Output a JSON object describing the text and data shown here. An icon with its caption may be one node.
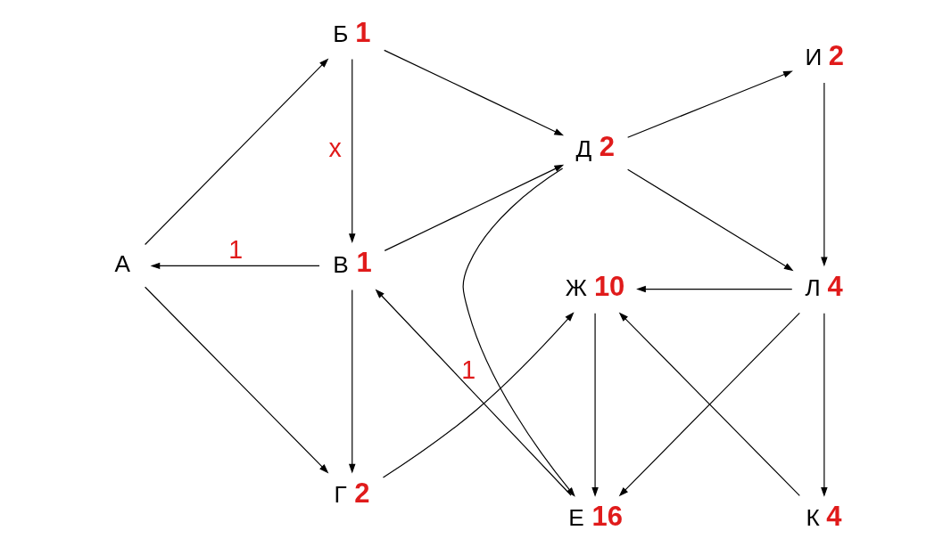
{
  "diagram": {
    "nodes": [
      {
        "text": [
          "А"
        ]
      },
      {
        "text": [
          "Б"
        ],
        "beside": [
          "1"
        ]
      },
      {
        "text": [
          "В"
        ],
        "beside": [
          "1"
        ]
      },
      {
        "text": [
          "Г"
        ],
        "beside": [
          "2"
        ]
      },
      {
        "text": [
          "Д"
        ],
        "beside": [
          "2"
        ]
      },
      {
        "text": [
          "Е"
        ],
        "beside": [
          "16"
        ]
      },
      {
        "text": [
          "Ж"
        ],
        "beside": [
          "10"
        ]
      },
      {
        "text": [
          "И"
        ],
        "beside": [
          "2"
        ]
      },
      {
        "text": [
          "Л"
        ],
        "beside": [
          "4"
        ]
      },
      {
        "text": [
          "К"
        ],
        "beside": [
          "4"
        ]
      }
    ],
    "edges": [
      {
        "from": 0,
        "to": 1,
        "arrow": "to"
      },
      {
        "from": 0,
        "to": 3,
        "arrow": "to"
      },
      {
        "from": 2,
        "to": 0,
        "arrow": "to",
        "label": "1"
      },
      {
        "from": 1,
        "to": 4,
        "arrow": "to"
      },
      {
        "from": 1,
        "to": 2,
        "arrow": "to",
        "label": "x"
      },
      {
        "from": 2,
        "to": 4,
        "arrow": "to"
      },
      {
        "from": 2,
        "to": 3,
        "arrow": "to"
      },
      {
        "from": 4,
        "to": 7,
        "arrow": "to"
      },
      {
        "from": 4,
        "to": 5,
        "arrow": "to"
      },
      {
        "from": 4,
        "to": 8,
        "arrow": "to"
      },
      {
        "from": 7,
        "to": 8,
        "arrow": "to"
      },
      {
        "from": 8,
        "to": 5,
        "arrow": "to"
      },
      {
        "from": 5,
        "to": 2,
        "arrow": "to",
        "label": "1"
      },
      {
        "from": 6,
        "to": 5,
        "arrow": "to"
      },
      {
        "from": 8,
        "to": 6,
        "arrow": "to"
      },
      {
        "from": 8,
        "to": 9,
        "arrow": "to"
      },
      {
        "from": 9,
        "to": 6,
        "arrow": "to"
      },
      {
        "from": 3,
        "to": 6,
        "arrow": "to"
      }
    ]
  }
}
